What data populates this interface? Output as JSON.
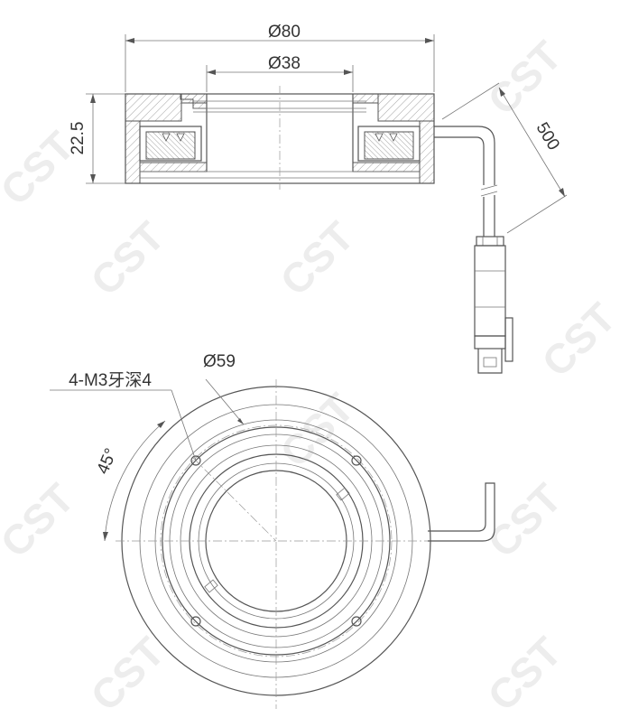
{
  "dimensions": {
    "outer_diameter": "Ø80",
    "inner_diameter": "Ø38",
    "height": "22.5",
    "cable_length": "500",
    "bolt_circle": "Ø59",
    "mounting_holes": "4-M3牙深4",
    "hole_angle": "45°"
  },
  "watermark": "CST",
  "colors": {
    "line": "#555555",
    "hatch": "#888888",
    "watermark": "#ededed",
    "text": "#333333"
  }
}
